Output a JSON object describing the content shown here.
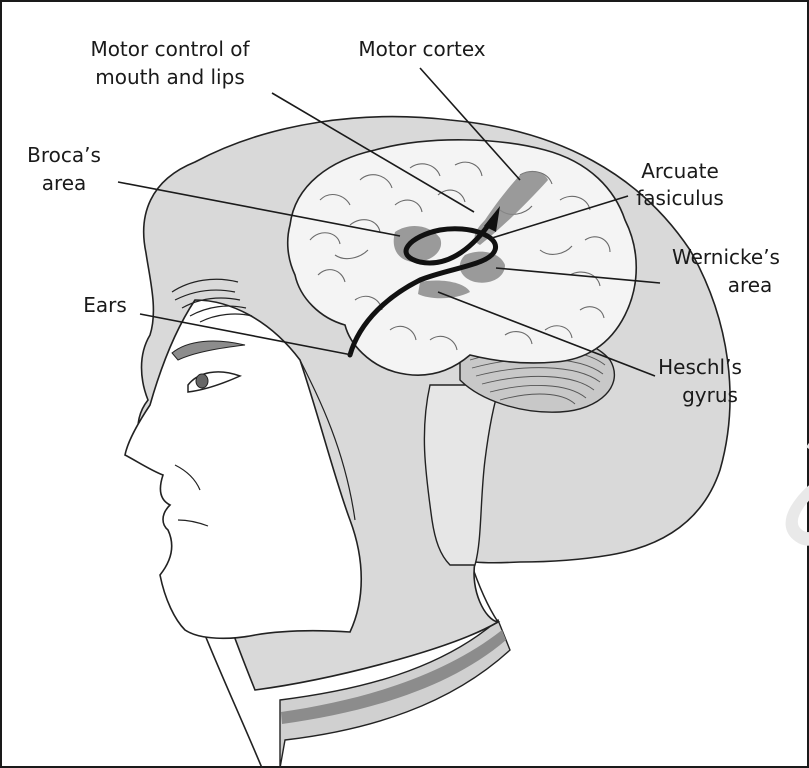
{
  "labels": {
    "motor_control_line1": "Motor control of",
    "motor_control_line2": "mouth and lips",
    "motor_cortex": "Motor cortex",
    "broca_line1": "Broca’s",
    "broca_line2": "area",
    "arcuate_line1": "Arcuate",
    "arcuate_line2": "fasiculus",
    "wernicke_line1": "Wernicke’s",
    "wernicke_line2": "area",
    "ears": "Ears",
    "heschl_line1": "Heschl’s",
    "heschl_line2": "gyrus"
  },
  "watermark": "st, or dis",
  "colors": {
    "head_fill": "#d9d9d9",
    "brain_fill": "#f4f4f4",
    "region_fill": "#8a8a8a",
    "pathway": "#111111",
    "collar_stripe": "#8c8c8c"
  }
}
